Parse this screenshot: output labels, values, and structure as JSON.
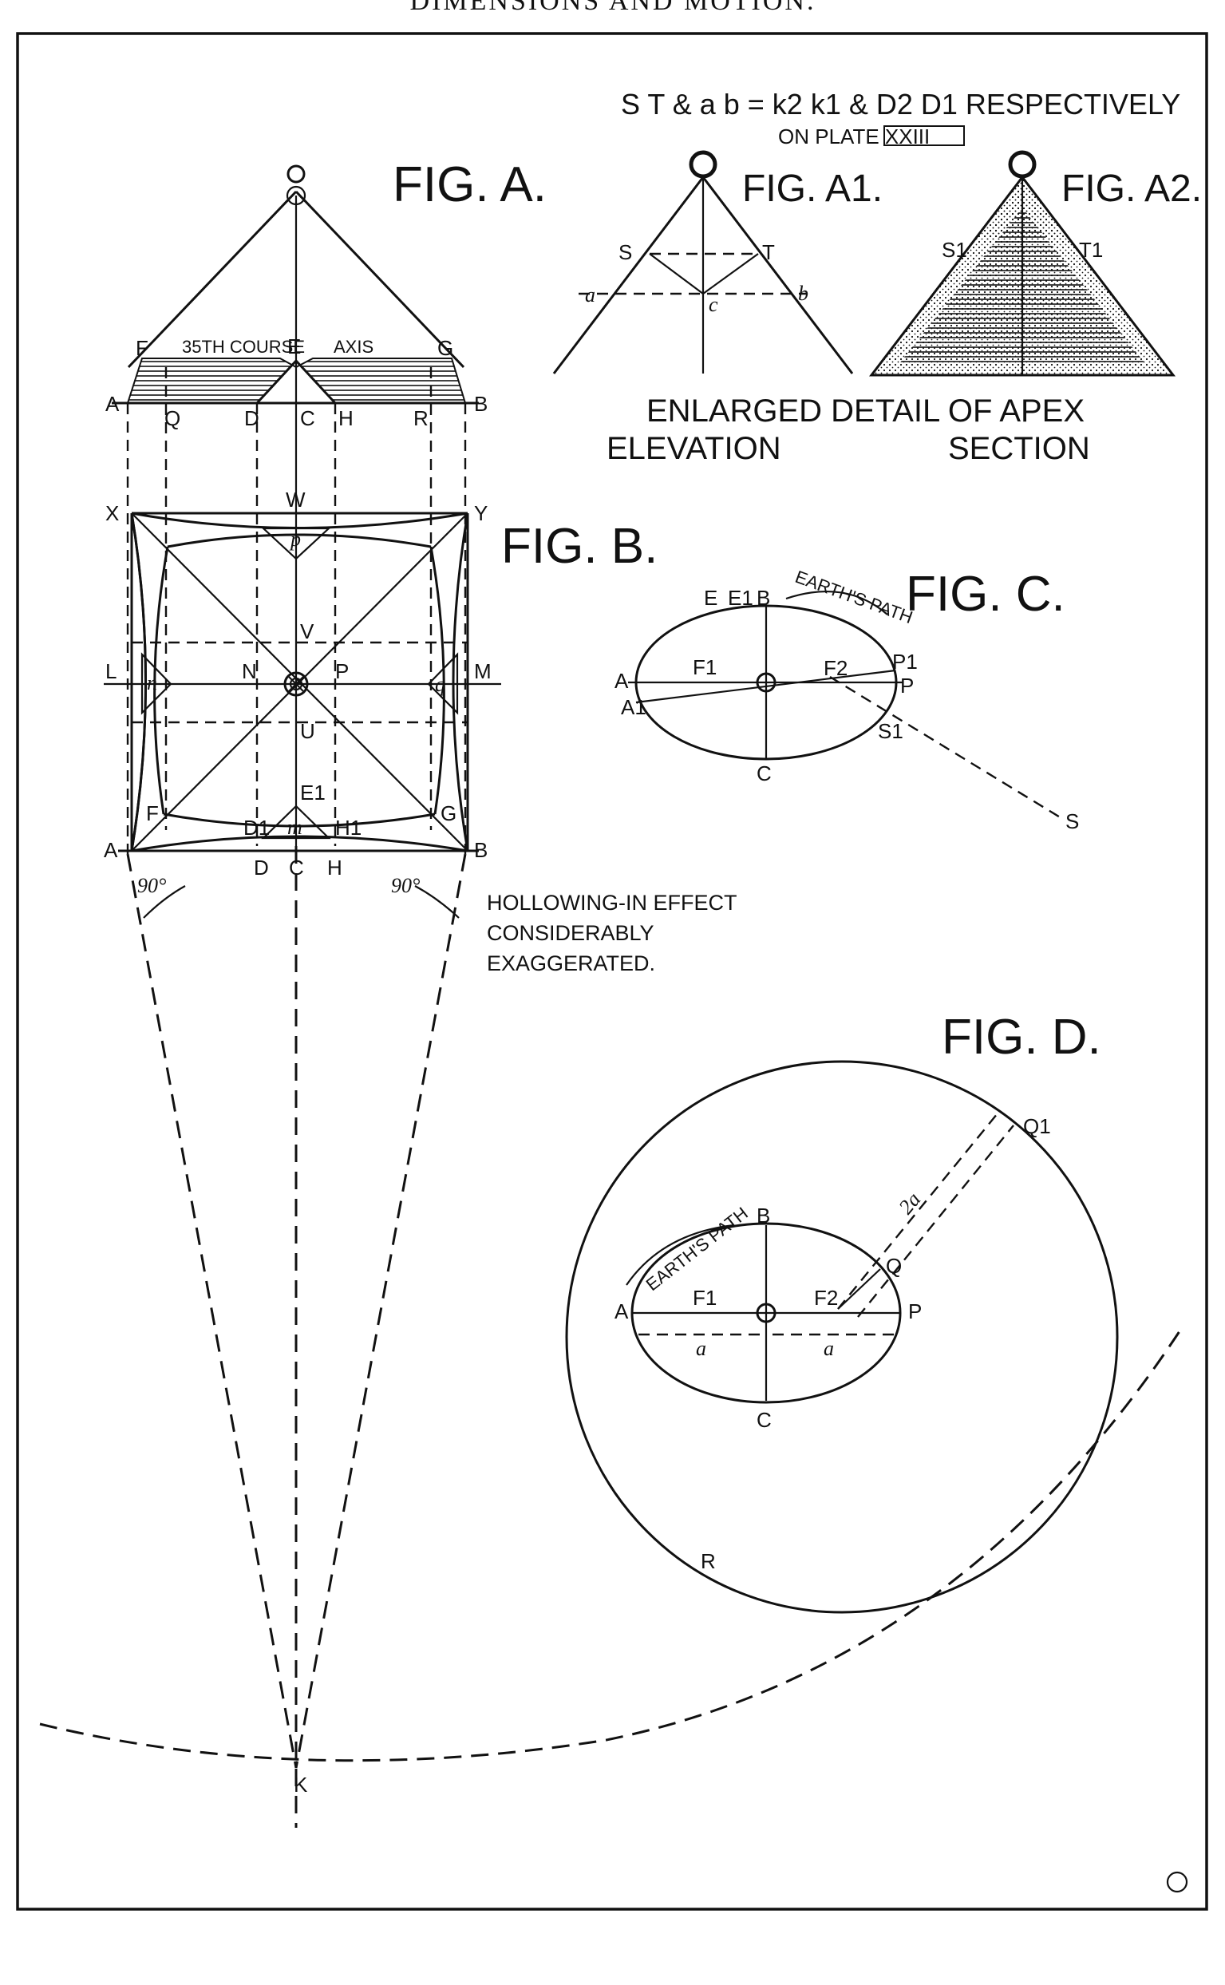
{
  "header": {
    "title": "DIMENSIONS AND MOTION."
  },
  "fig_a": {
    "title": "FIG. A.",
    "labels": {
      "O": "O",
      "F": "F",
      "E": "E",
      "G": "G",
      "A": "A",
      "Q": "Q",
      "D": "D",
      "C": "C",
      "H": "H",
      "R": "R",
      "B": "B"
    },
    "course_label": "35TH COURSE",
    "axis_label": "AXIS"
  },
  "fig_a1": {
    "title": "FIG. A1.",
    "labels": {
      "O": "O",
      "S": "S",
      "T": "T",
      "a": "a",
      "b": "b",
      "c": "c"
    }
  },
  "fig_a2": {
    "title": "FIG. A2.",
    "labels": {
      "O": "O",
      "S1": "S1",
      "T1": "T1"
    }
  },
  "apex_note": {
    "line1": "S T & a b = k2 k1 & D2 D1 RESPECTIVELY",
    "line2": "ON PLATE XXIII"
  },
  "apex_caption": {
    "title": "ENLARGED DETAIL OF APEX",
    "elevation": "ELEVATION",
    "section": "SECTION"
  },
  "fig_b": {
    "title": "FIG. B.",
    "labels": {
      "X": "X",
      "W": "W",
      "Y": "Y",
      "p": "p",
      "V": "V",
      "L": "L",
      "n": "n",
      "N": "N",
      "P": "P",
      "q": "q",
      "M": "M",
      "U": "U",
      "F": "F",
      "G": "G",
      "E1": "E1",
      "D1": "D1",
      "m": "m",
      "H1": "H1",
      "A": "A",
      "D": "D",
      "C": "C",
      "H": "H",
      "B": "B",
      "K": "K"
    },
    "angle_left": "90°",
    "angle_right": "90°",
    "note": [
      "HOLLOWING-IN EFFECT",
      "CONSIDERABLY",
      "EXAGGERATED."
    ]
  },
  "fig_c": {
    "title": "FIG. C.",
    "labels": {
      "E": "E",
      "E1": "E1",
      "B": "B",
      "A": "A",
      "A1": "A1",
      "F1": "F1",
      "F2": "F2",
      "P1": "P1",
      "P": "P",
      "S1": "S1",
      "C": "C",
      "S": "S"
    },
    "path_label": "EARTH'S PATH"
  },
  "fig_d": {
    "title": "FIG. D.",
    "labels": {
      "B": "B",
      "A": "A",
      "F1": "F1",
      "F2": "F2",
      "P": "P",
      "Q": "Q",
      "Q1": "Q1",
      "C": "C",
      "R": "R",
      "a_left": "a",
      "a_right": "a",
      "two_a": "2a"
    },
    "path_label": "EARTH'S PATH"
  }
}
